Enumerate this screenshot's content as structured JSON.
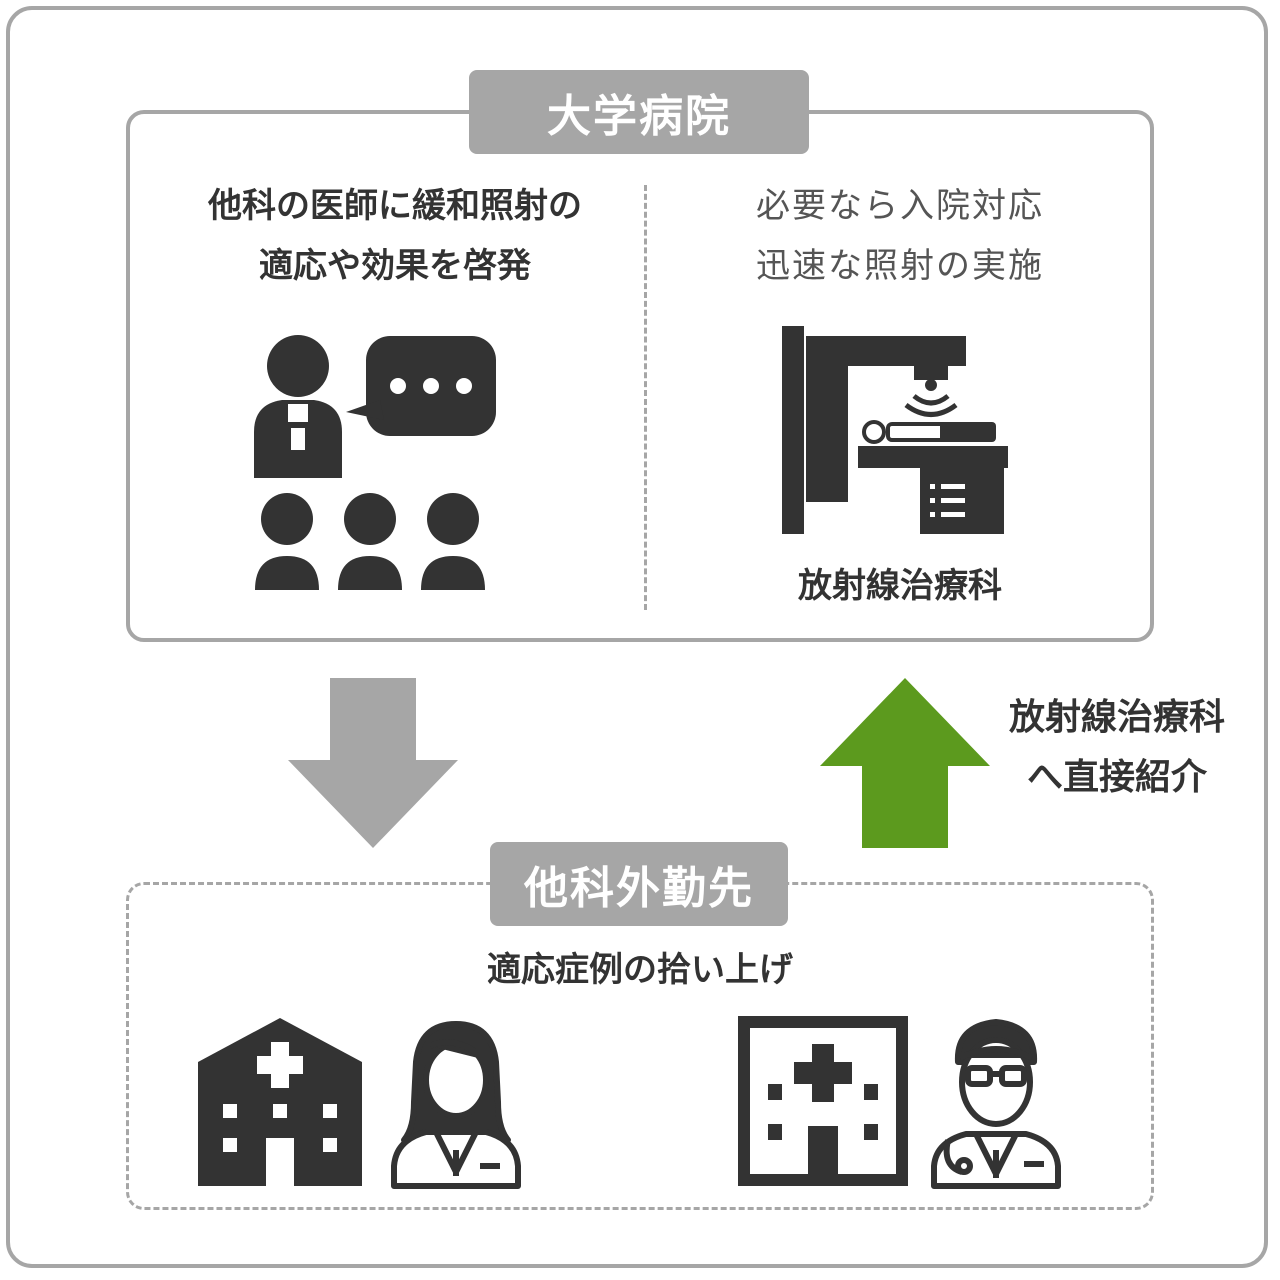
{
  "university": {
    "label": "大学病院",
    "left": {
      "lines": [
        "他科の医師に緩和照射の",
        "適応や効果を啓発"
      ],
      "icon": "lecture-icon"
    },
    "right": {
      "lines": [
        "必要なら入院対応",
        "迅速な照射の実施"
      ],
      "icon": "radiotherapy-machine-icon",
      "caption": "放射線治療科"
    }
  },
  "flow": {
    "down_arrow_color": "#a6a6a6",
    "up_arrow_color": "#5c9a1e",
    "up_label_lines": [
      "放射線治療科",
      "へ直接紹介"
    ]
  },
  "outside": {
    "label": "他科外勤先",
    "title": "適応症例の拾い上げ",
    "icons": [
      "hospital-building-icon",
      "female-doctor-icon",
      "clinic-building-icon",
      "male-doctor-icon"
    ]
  },
  "colors": {
    "icon": "#333333",
    "frame": "#a6a6a6"
  }
}
